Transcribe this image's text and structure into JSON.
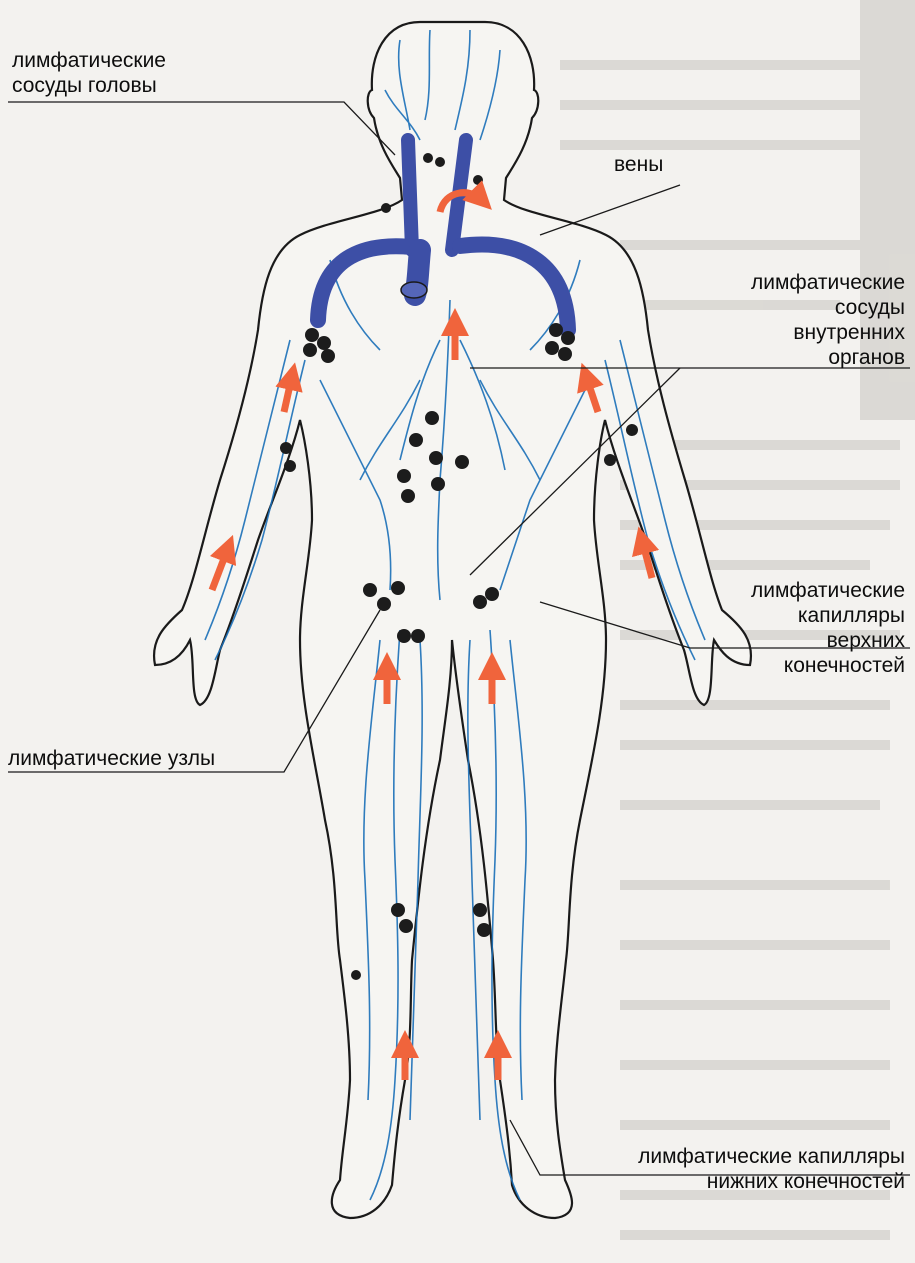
{
  "labels": {
    "head_vessels": [
      "лимфатические",
      "сосуды головы"
    ],
    "veins": "вены",
    "internal_organs": [
      "лимфатические",
      "сосуды",
      "внутренних",
      "органов"
    ],
    "upper_capillaries": [
      "лимфатические",
      "капилляры",
      "верхних",
      "конечностей"
    ],
    "nodes": "лимфатические узлы",
    "lower_capillaries": [
      "лимфатические капилляры",
      "нижних конечностей"
    ]
  },
  "colors": {
    "vein": "#3d4fa6",
    "lymph_vessel": "#1a6fb8",
    "node": "#1c1c1c",
    "arrow": "#f0643c",
    "outline": "#1a1a1a",
    "background": "#f3f2ef"
  },
  "icons": [
    "flow-arrow-icon",
    "lymph-node-icon"
  ]
}
